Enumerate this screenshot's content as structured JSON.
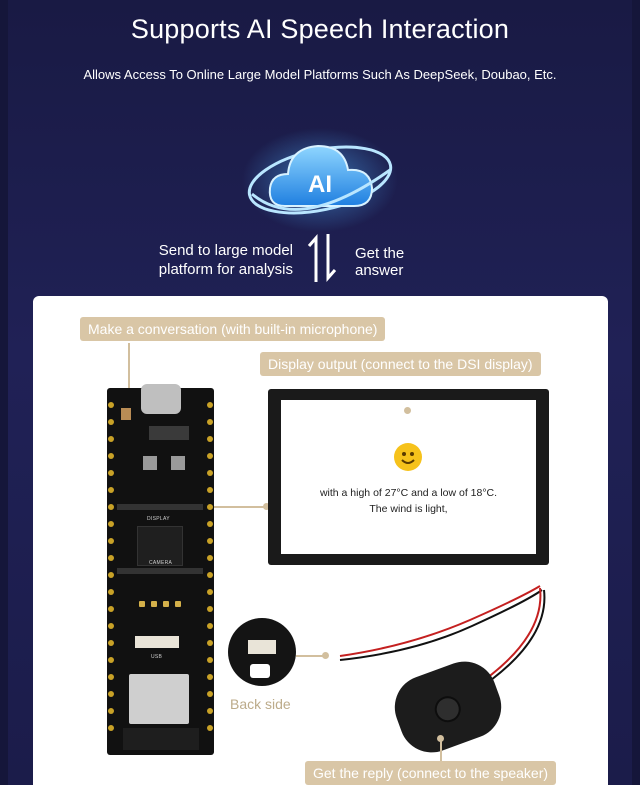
{
  "header": {
    "title": "Supports AI Speech Interaction",
    "subtitle": "Allows Access To Online Large Model Platforms Such As DeepSeek, Doubao, Etc."
  },
  "ai_badge": {
    "label": "AI"
  },
  "flow": {
    "send_line1": "Send to large model",
    "send_line2": "platform for analysis",
    "get_line1": "Get the",
    "get_line2": "answer"
  },
  "callouts": {
    "microphone": "Make a conversation (with built-in microphone)",
    "display": "Display output (connect to the DSI display)",
    "speaker": "Get the reply (connect to the speaker)"
  },
  "display_screen": {
    "line1": "with a high of 27°C and a low of 18°C.",
    "line2": "The wind is light,"
  },
  "board": {
    "label_display": "DISPLAY",
    "label_camera": "CAMERA",
    "label_usb": "USB"
  },
  "back_side": {
    "label": "Back side"
  },
  "colors": {
    "background": "#1c1d4d",
    "callout": "#d9c6a6",
    "panel": "#ffffff"
  }
}
